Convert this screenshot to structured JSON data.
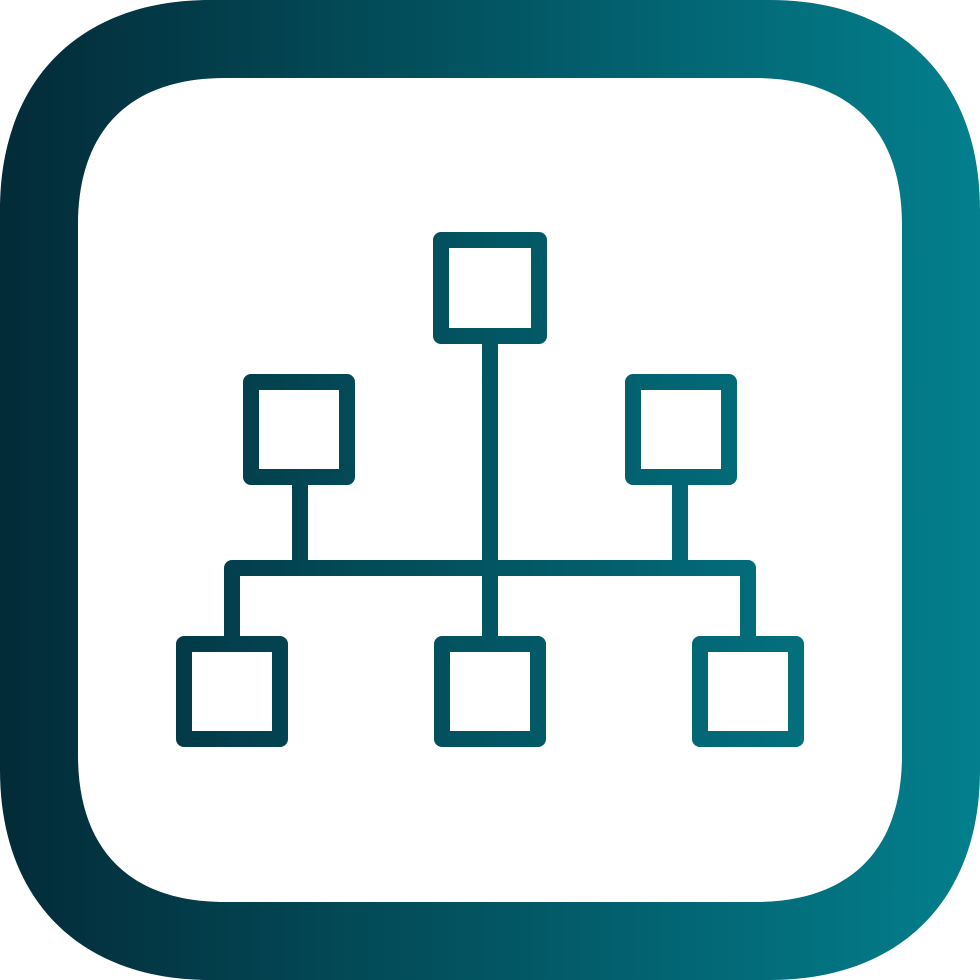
{
  "icon": {
    "name": "hierarchy-network-icon",
    "frame": "rounded-square",
    "gradient": {
      "start_color": "#032b38",
      "end_color": "#037f8d"
    },
    "inner_background": "#ffffff",
    "nodes": {
      "top_row": 1,
      "middle_row": 2,
      "bottom_row": 3
    }
  }
}
